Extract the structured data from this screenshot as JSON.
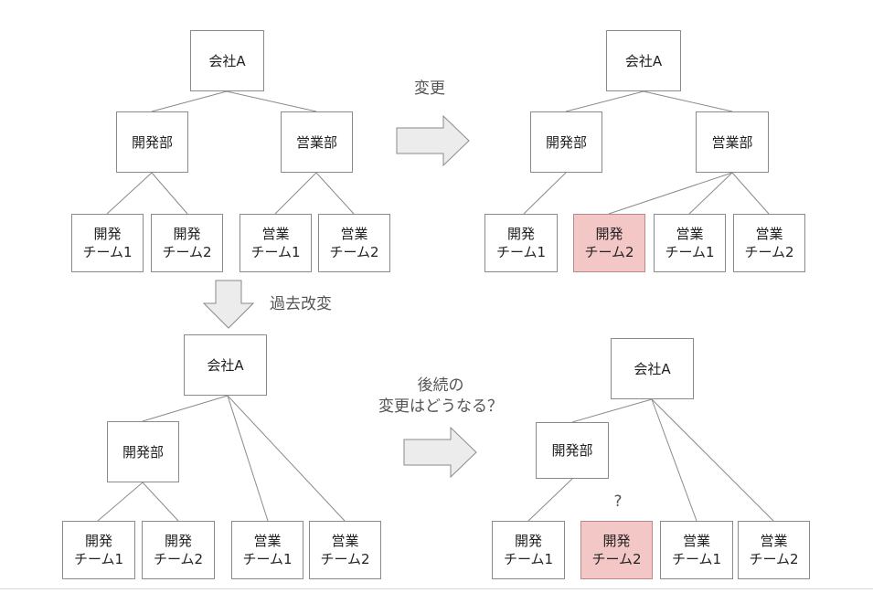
{
  "labels": {
    "company": "会社A",
    "dev_dept": "開発部",
    "sales_dept": "営業部",
    "team_dev": "開発",
    "team_sales": "営業",
    "team1": "チーム1",
    "team2": "チーム2"
  },
  "annotations": {
    "change": "変更",
    "retroactive_change": "過去改変",
    "subsequent_line1": "後続の",
    "subsequent_line2": "変更はどうなる？",
    "question_mark": "?"
  },
  "colors": {
    "highlight": "#f4c7c7",
    "arrow_fill": "#ececec",
    "arrow_stroke": "#8a8a8a",
    "line": "#8a8a8a"
  }
}
